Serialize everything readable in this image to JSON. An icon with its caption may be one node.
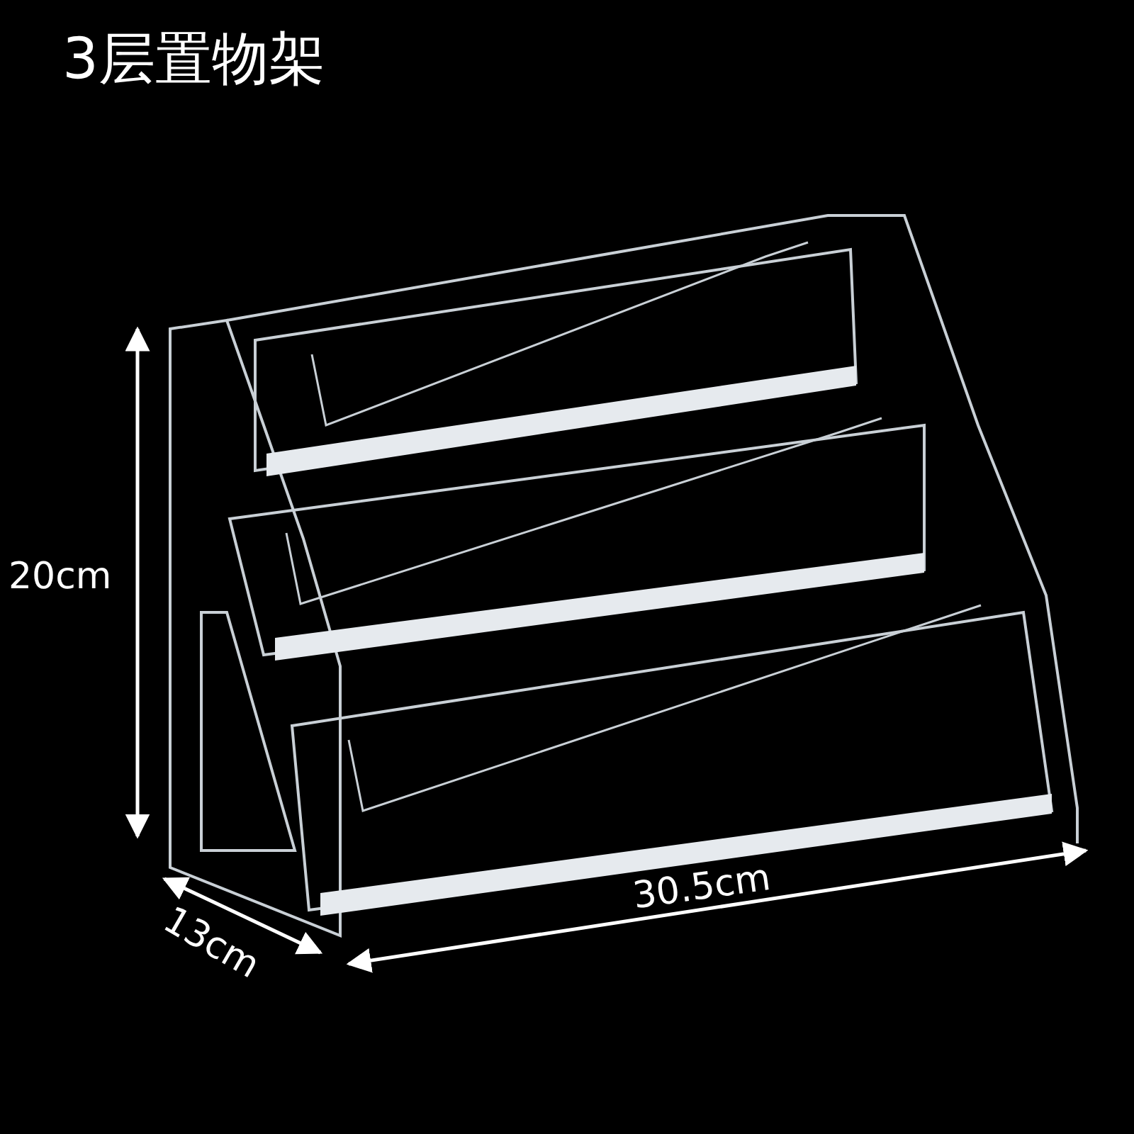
{
  "diagram": {
    "title": "3层置物架",
    "labels": [
      "20cm",
      "13cm",
      "30.5cm"
    ]
  }
}
